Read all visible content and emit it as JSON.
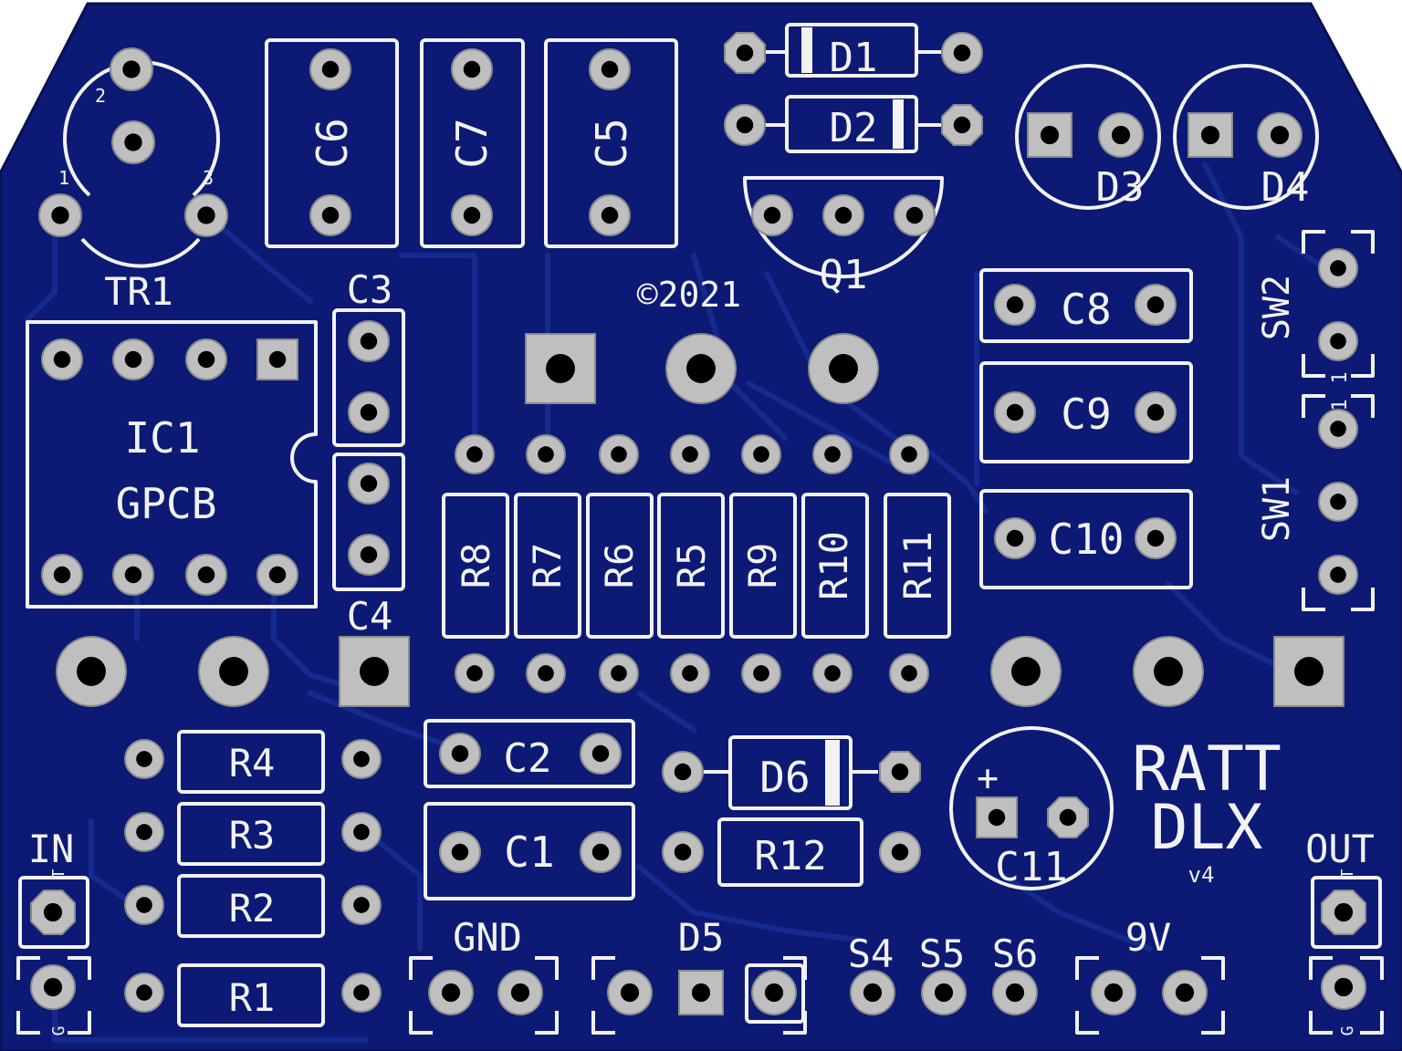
{
  "colors": {
    "board": "#0c1a75",
    "board_edge": "#07104f",
    "trace": "#152a8f",
    "silk": "#f2f2f2",
    "pad": "#bfbfbf",
    "pad_hole": "#000000",
    "outside": "#ffffff"
  },
  "board": {
    "name_line1": "RATT",
    "name_line2": "DLX",
    "version": "v4",
    "copyright": "©2021"
  },
  "labels": {
    "tr1": "TR1",
    "tr1_pin1": "1",
    "tr1_pin2": "2",
    "tr1_pin3": "3",
    "ic1": "IC1",
    "ic1_sub": "GPCB",
    "c1": "C1",
    "c2": "C2",
    "c3": "C3",
    "c4": "C4",
    "c5": "C5",
    "c6": "C6",
    "c7": "C7",
    "c8": "C8",
    "c9": "C9",
    "c10": "C10",
    "c11": "C11",
    "c11_plus": "+",
    "d1": "D1",
    "d2": "D2",
    "d3": "D3",
    "d4": "D4",
    "d5": "D5",
    "d6": "D6",
    "q1": "Q1",
    "r1": "R1",
    "r2": "R2",
    "r3": "R3",
    "r4": "R4",
    "r5": "R5",
    "r6": "R6",
    "r7": "R7",
    "r8": "R8",
    "r9": "R9",
    "r10": "R10",
    "r11": "R11",
    "r12": "R12",
    "sw1": "SW1",
    "sw2": "SW2",
    "sw_pin1": "1",
    "in": "IN",
    "out": "OUT",
    "tip": "T",
    "ground": "G",
    "gnd": "GND",
    "power": "9V",
    "s4": "S4",
    "s5": "S5",
    "s6": "S6"
  }
}
